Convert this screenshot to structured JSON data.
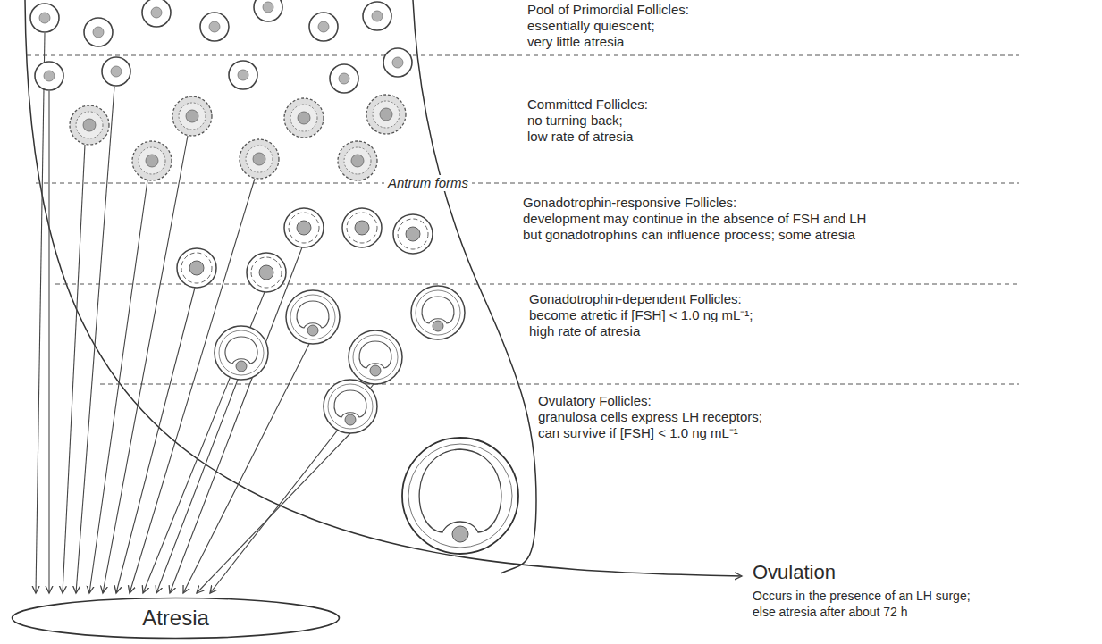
{
  "diagram": {
    "nodes": [
      {
        "text": [
          "Atresia"
        ]
      }
    ],
    "labels": [
      "Pool of Primordial Follicles:",
      "essentially quiescent; very little atresia",
      "Committed Follicles:",
      "no turning back; low rate of atresia",
      "Antrum forms",
      "Gonadotrophin-responsive Follicles:",
      "development may continue in the absence of FSH and LH but gonadotrophins can influence process; some atresia",
      "Gonadotrophin-dependent Follicles:",
      "become atretic if [FSH] < 1.0 ng mL⁻¹; high rate of atresia",
      "Ovulatory Follicles:",
      "granulosa cells express LH receptors; can survive if [FSH] < 1.0 ng mL⁻¹",
      "Ovulation",
      "Occurs in the presence of an LH surge; else atresia after about 72 h"
    ]
  }
}
